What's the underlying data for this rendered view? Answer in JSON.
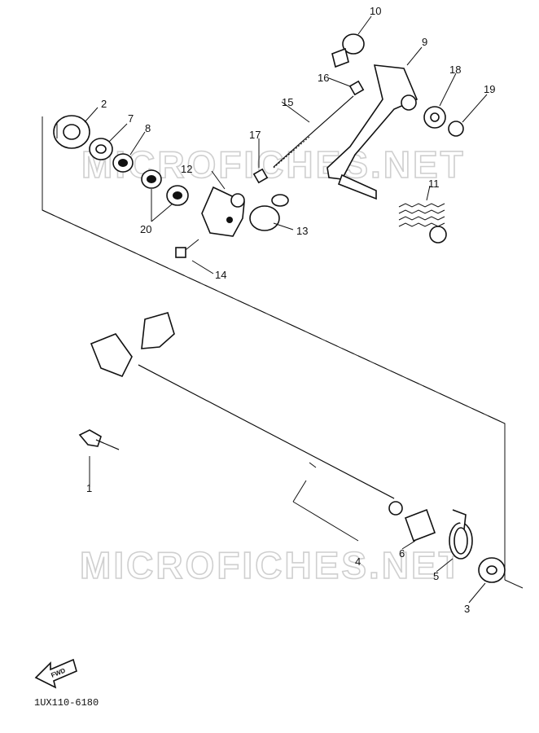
{
  "diagram": {
    "document_code": "1UX110-6180",
    "fwd_label": "FWD",
    "watermarks": [
      "MICROFICHES.NET",
      "MICROFICHES.NET"
    ],
    "callouts": [
      "1",
      "2",
      "3",
      "4",
      "5",
      "6",
      "7",
      "8",
      "9",
      "10",
      "11",
      "12",
      "13",
      "14",
      "15",
      "16",
      "17",
      "18",
      "19",
      "20"
    ]
  }
}
